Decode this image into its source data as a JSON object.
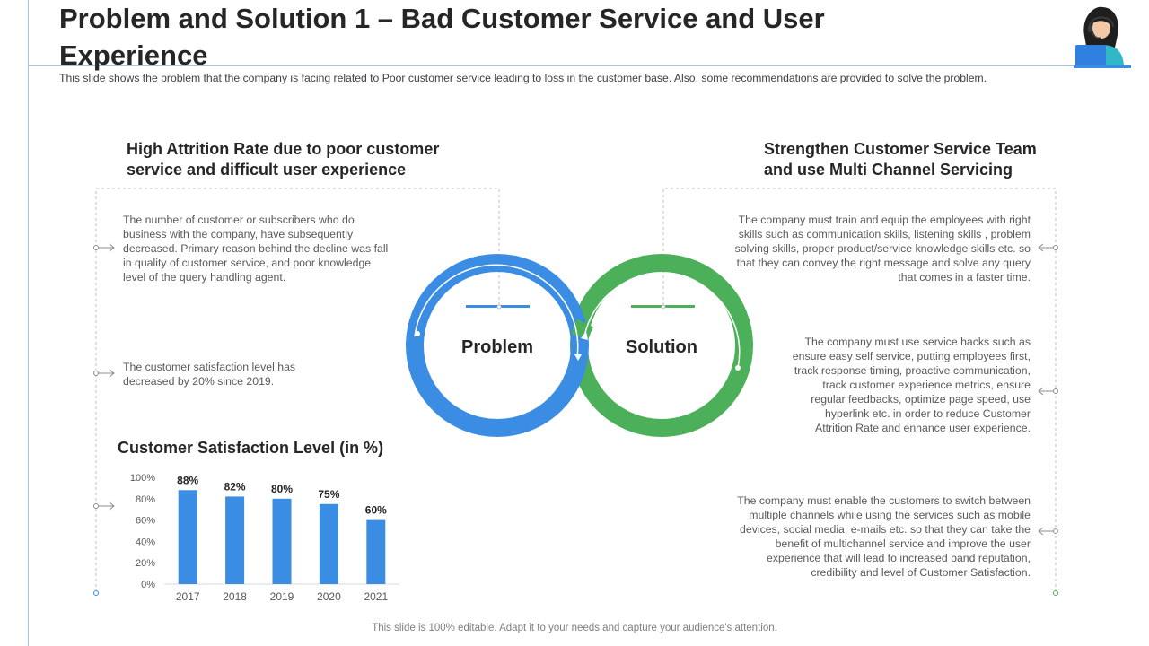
{
  "title": "Problem and Solution 1 – Bad Customer Service and User Experience",
  "subtitle": "This slide shows the problem that the company is facing related to Poor customer service leading to loss in the customer base. Also, some recommendations are provided to solve the problem.",
  "problem": {
    "heading": "High Attrition Rate due to poor customer service and difficult user experience",
    "circle_label": "Problem",
    "points": [
      "The number of customer or subscribers who do business with the company, have subsequently decreased. Primary reason behind the decline was fall in quality of customer service, and poor knowledge level of the query handling agent.",
      "The customer satisfaction level has decreased by 20% since 2019."
    ]
  },
  "solution": {
    "heading": "Strengthen Customer Service Team and use Multi Channel Servicing",
    "circle_label": "Solution",
    "points": [
      "The company must train and equip the employees with right skills such as communication skills, listening skills , problem solving skills, proper product/service knowledge skills etc. so that they can convey the right message and solve any query that comes in a faster time.",
      "The company must use service hacks such as ensure easy self service, putting employees first, track response timing, proactive communication, track customer experience metrics, ensure regular feedbacks, optimize page speed, use hyperlink etc. in order to reduce Customer Attrition Rate and enhance user experience.",
      "The company must enable the customers to switch between multiple channels while using the services such as mobile devices, social media, e-mails etc. so that they can take the benefit of multichannel service and improve the user experience that will lead to increased band reputation, credibility and level of Customer Satisfaction."
    ]
  },
  "colors": {
    "problem": "#3b8de3",
    "solution": "#4caf5a",
    "bar": "#3b8de3",
    "rule": "#9dc3e6"
  },
  "icons": {
    "avatar": "customer-support-agent-icon"
  },
  "footer": "This slide is 100% editable. Adapt it to your needs and capture your audience's attention.",
  "chart_data": {
    "type": "bar",
    "title": "Customer Satisfaction Level (in %)",
    "categories": [
      "2017",
      "2018",
      "2019",
      "2020",
      "2021"
    ],
    "values": [
      88,
      82,
      80,
      75,
      60
    ],
    "data_labels": [
      "88%",
      "82%",
      "80%",
      "75%",
      "60%"
    ],
    "yticks": [
      "0%",
      "20%",
      "40%",
      "60%",
      "80%",
      "100%"
    ],
    "ylim": [
      0,
      100
    ],
    "grid": false,
    "legend": "none"
  }
}
